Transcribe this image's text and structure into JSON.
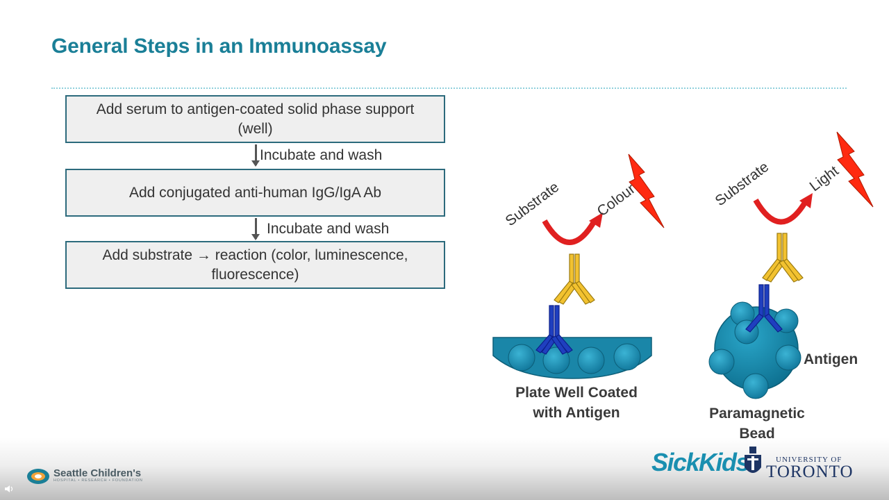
{
  "slide": {
    "title": "General Steps in an Immunoassay"
  },
  "steps": [
    {
      "line1": "Add serum to antigen-coated solid phase support",
      "line2": "(well)"
    },
    {
      "line1": "Add conjugated anti-human IgG/IgA Ab",
      "line2": ""
    },
    {
      "line1": "Add substrate → reaction (color, luminescence,",
      "line2": "fluorescence)"
    }
  ],
  "transitions": [
    "Incubate and wash",
    "Incubate and wash"
  ],
  "diagram": {
    "plate": {
      "substrate_label": "Substrate",
      "product_label": "Colour",
      "caption_line1": "Plate Well Coated",
      "caption_line2": "with Antigen"
    },
    "bead": {
      "substrate_label": "Substrate",
      "product_label": "Light",
      "antigen_label": "Antigen",
      "caption_line1": "Paramagnetic",
      "caption_line2": "Bead"
    },
    "colors": {
      "primary_antibody": "#1f3fbf",
      "secondary_antibody": "#f2c230",
      "surface": "#1a86a8",
      "antigen": "#1c93b8",
      "reaction_arrow": "#e02020",
      "signal_bolt": "#ff2a10"
    }
  },
  "footer": {
    "left_logo": {
      "name": "Seattle Children's",
      "subtitle": "HOSPITAL • RESEARCH • FOUNDATION"
    },
    "sickkids": "SickKids",
    "uoft_top": "UNIVERSITY OF",
    "uoft_bottom": "TORONTO"
  }
}
